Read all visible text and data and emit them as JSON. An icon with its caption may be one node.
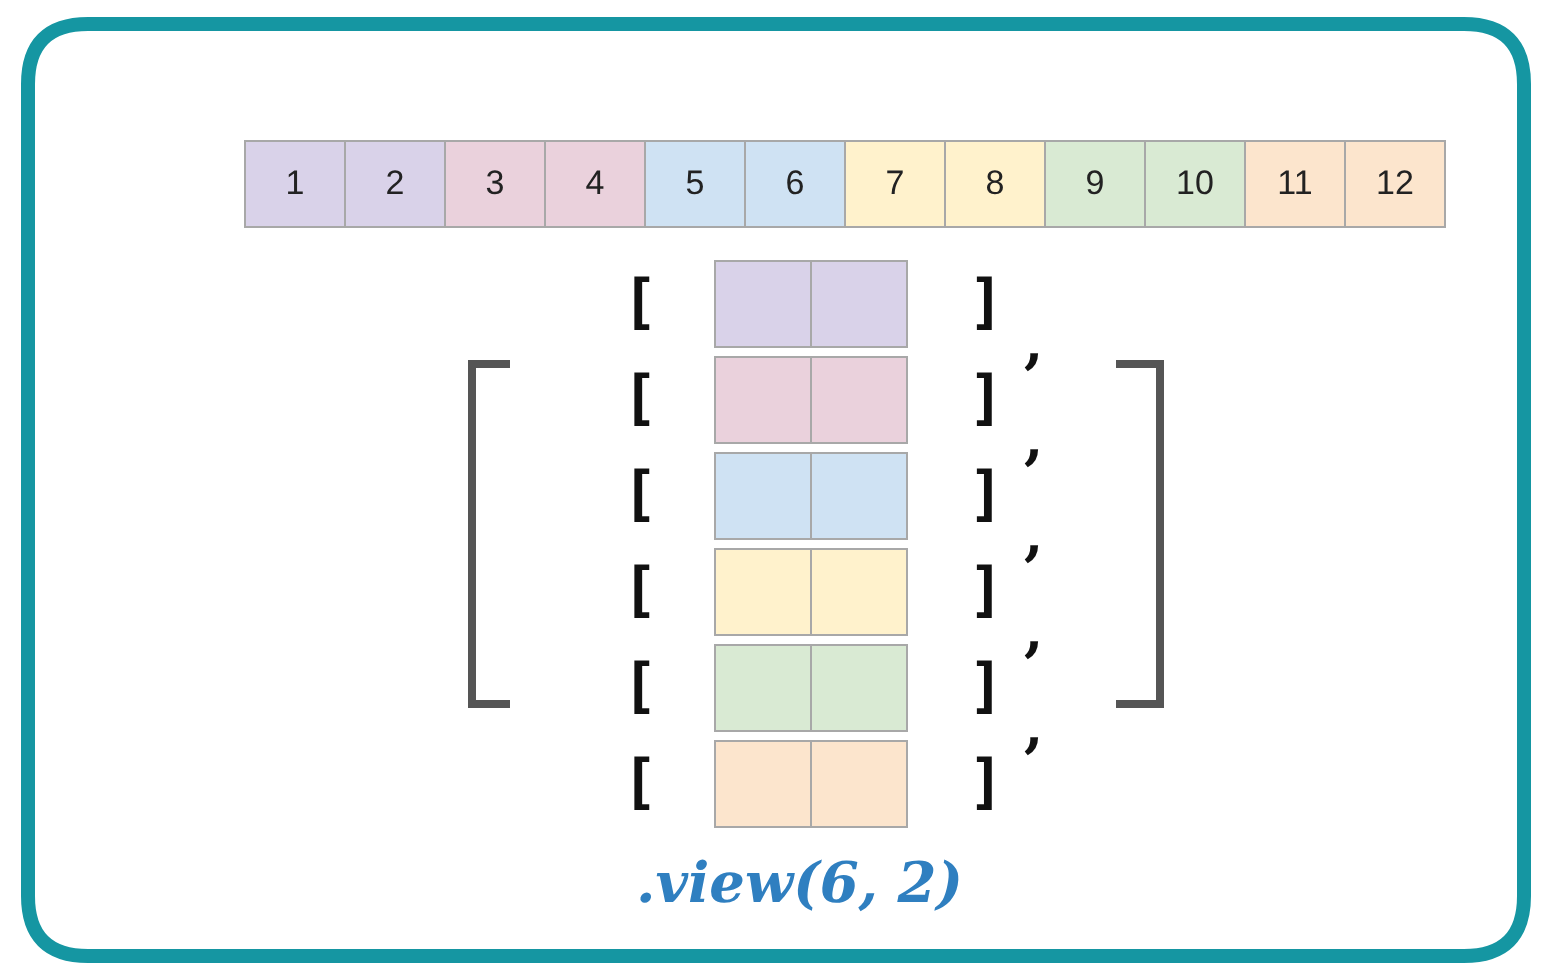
{
  "diagram": {
    "caption": ".view(6, 2)",
    "labels": [
      "1",
      "2",
      "3",
      "4",
      "5",
      "6",
      "7",
      "8",
      "9",
      "10",
      "11",
      "12",
      "[",
      "]",
      ",",
      "[",
      "]",
      ",",
      "[",
      "]",
      ",",
      "[",
      "]",
      ",",
      "[",
      "]",
      ",",
      "[",
      "]"
    ]
  }
}
